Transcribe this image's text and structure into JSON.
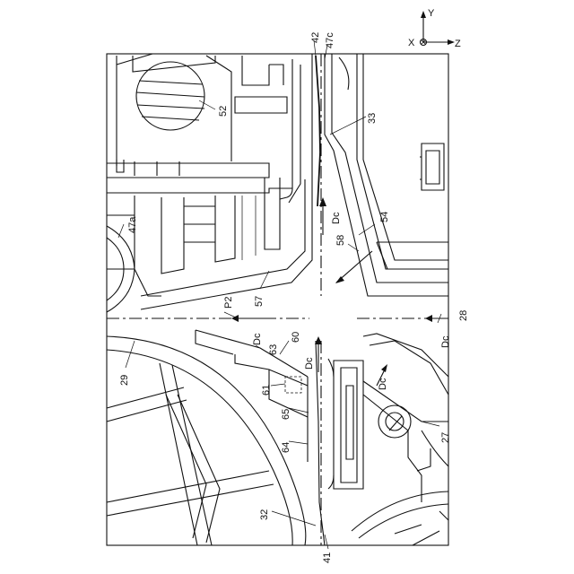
{
  "axes": {
    "y": "Y",
    "x": "X",
    "z": "Z"
  },
  "labels": {
    "l42": "42",
    "l47c": "47c",
    "l52": "52",
    "l33": "33",
    "l47a": "47a",
    "l54": "54",
    "l58": "58",
    "l57": "57",
    "lP2": "P2",
    "l28": "28",
    "l60": "60",
    "l63": "63",
    "l29": "29",
    "l61": "61",
    "l65": "65",
    "l64": "64",
    "l27": "27",
    "l32": "32",
    "l41": "41",
    "dc1": "Dc",
    "dc2": "Dc",
    "dc3": "Dc",
    "dc4": "Dc",
    "dc5": "Dc"
  }
}
